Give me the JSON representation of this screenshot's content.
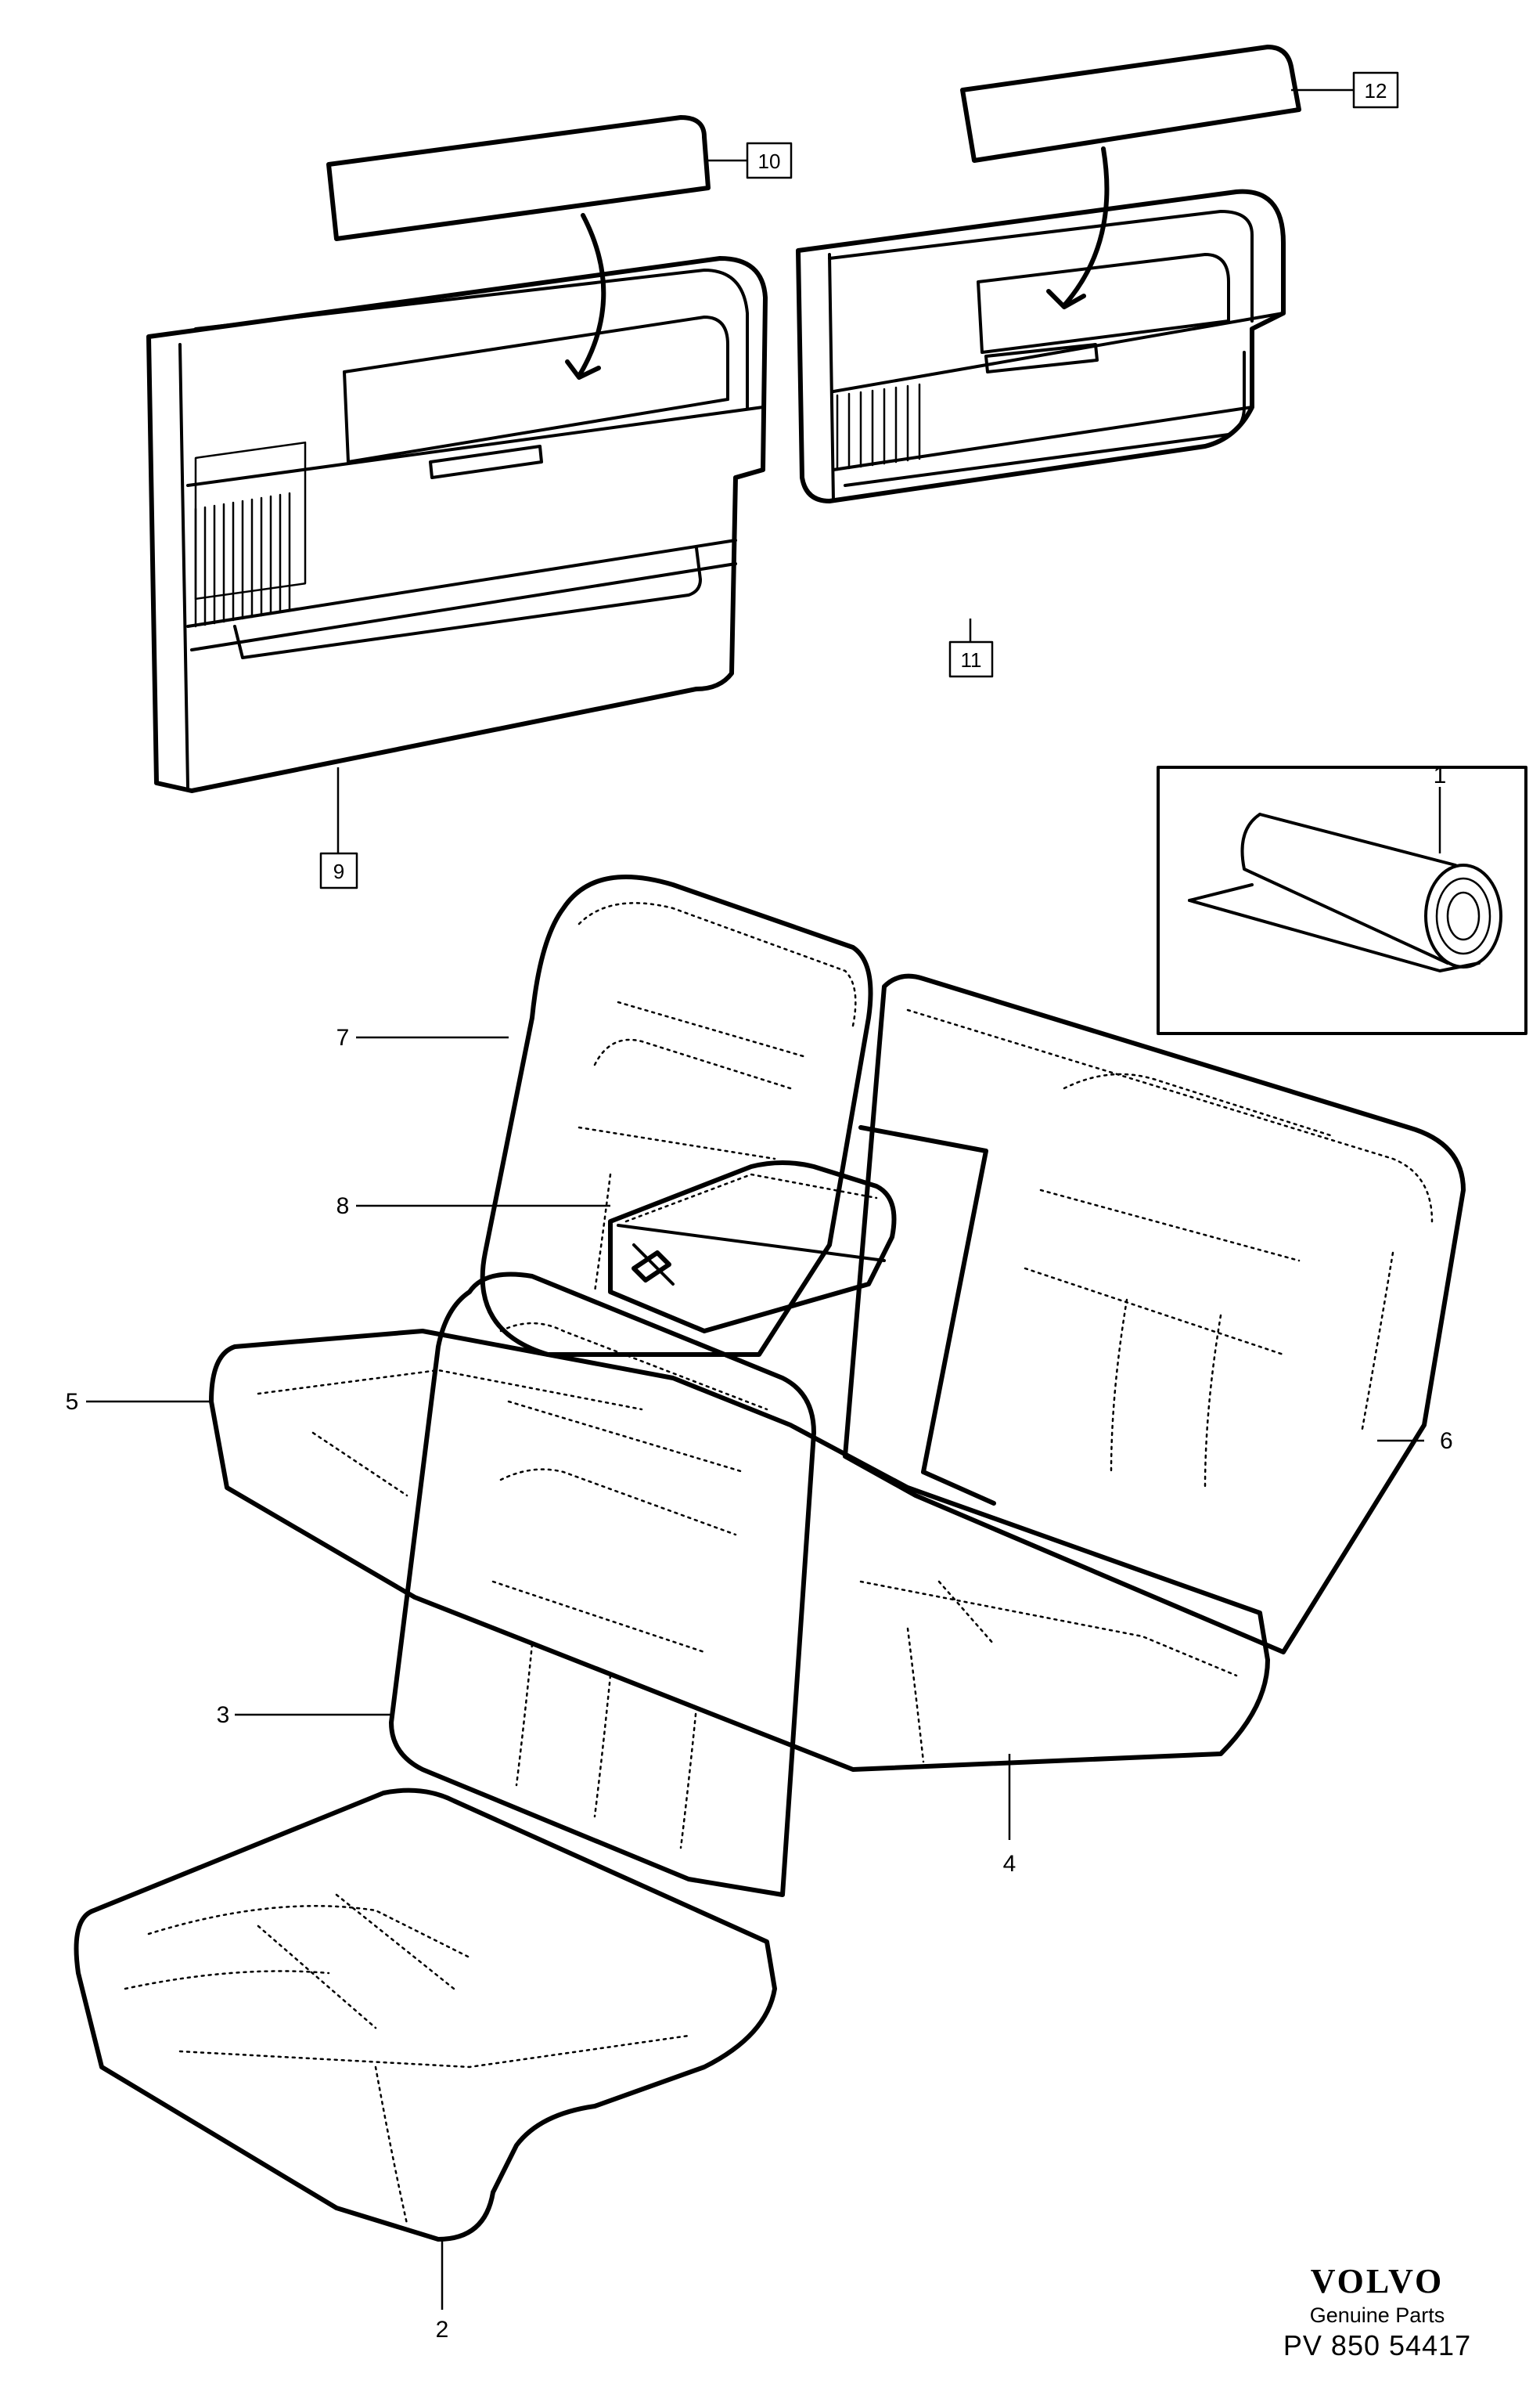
{
  "callouts": {
    "c1": "1",
    "c2": "2",
    "c3": "3",
    "c4": "4",
    "c5": "5",
    "c6": "6",
    "c7": "7",
    "c8": "8",
    "c9": "9",
    "c10": "10",
    "c11": "11",
    "c12": "12"
  },
  "footer": {
    "brand": "VOLVO",
    "subtitle": "Genuine Parts",
    "reference": "PV 850 54417"
  }
}
